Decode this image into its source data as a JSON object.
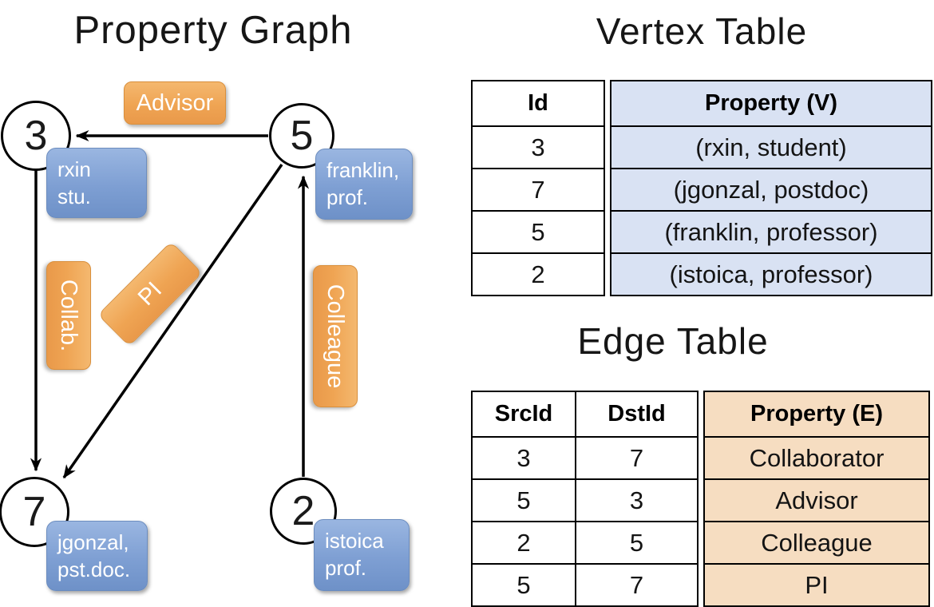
{
  "colors": {
    "edge_label_orange": "#EFA453",
    "vertex_box_blue": "#7E9FD3",
    "vertex_property_bg": "#D9E2F3",
    "edge_property_bg": "#F6DDC1"
  },
  "property_graph": {
    "title": "Property Graph",
    "nodes": [
      {
        "id": "3",
        "property_lines": [
          "rxin",
          "stu."
        ]
      },
      {
        "id": "5",
        "property_lines": [
          "franklin,",
          "prof."
        ]
      },
      {
        "id": "7",
        "property_lines": [
          "jgonzal,",
          "pst.doc."
        ]
      },
      {
        "id": "2",
        "property_lines": [
          "istoica",
          "prof."
        ]
      }
    ],
    "edge_labels": {
      "advisor": "Advisor",
      "collab": "Collab.",
      "pi": "PI",
      "colleague": "Colleague"
    }
  },
  "vertex_table": {
    "title": "Vertex Table",
    "headers": [
      "Id",
      "Property (V)"
    ],
    "rows": [
      [
        "3",
        "(rxin, student)"
      ],
      [
        "7",
        "(jgonzal, postdoc)"
      ],
      [
        "5",
        "(franklin, professor)"
      ],
      [
        "2",
        "(istoica, professor)"
      ]
    ]
  },
  "edge_table": {
    "title": "Edge Table",
    "headers": [
      "SrcId",
      "DstId",
      "Property (E)"
    ],
    "rows": [
      [
        "3",
        "7",
        "Collaborator"
      ],
      [
        "5",
        "3",
        "Advisor"
      ],
      [
        "2",
        "5",
        "Colleague"
      ],
      [
        "5",
        "7",
        "PI"
      ]
    ]
  }
}
